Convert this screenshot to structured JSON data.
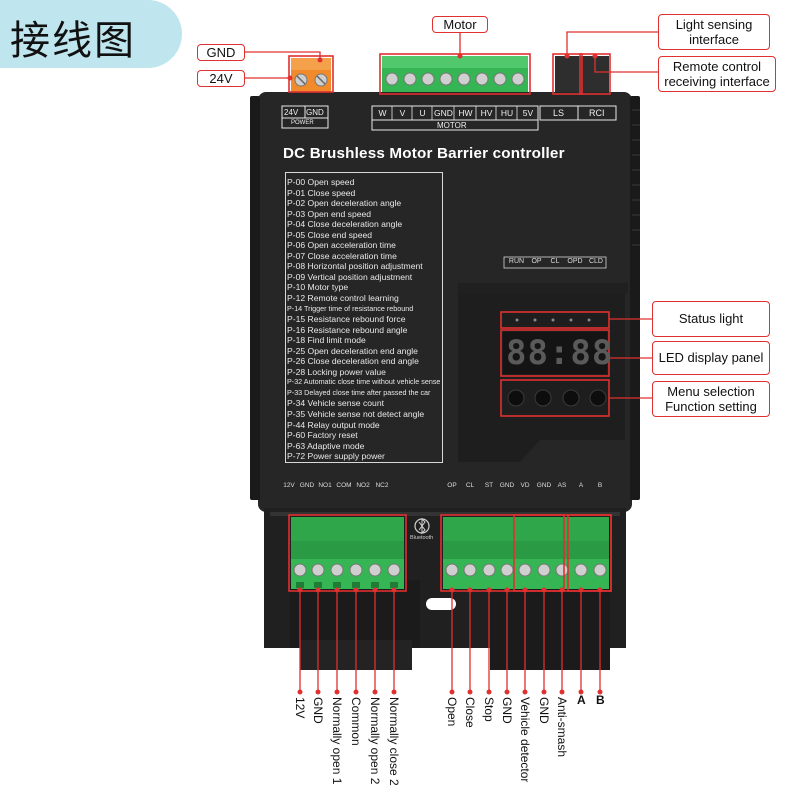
{
  "title_zh": "接线图",
  "board_title": "DC Brushless Motor Barrier controller",
  "colors": {
    "accent": "#e03030",
    "board": "#2a2a2a",
    "terminal": "#35b553",
    "terminal_dark": "#1f8a3a",
    "title_bg": "#bfe6ee"
  },
  "callouts": {
    "gnd": "GND",
    "v24": "24V",
    "motor": "Motor",
    "light_sensing": "Light sensing interface",
    "remote_control": "Remote control receiving interface",
    "status_light": "Status light",
    "led_panel": "LED display panel",
    "menu": "Menu selection Function setting"
  },
  "power_header": {
    "v24": "24V",
    "gnd": "GND",
    "caption": "POWER"
  },
  "motor_header": {
    "pins": [
      "W",
      "V",
      "U",
      "GND",
      "HW",
      "HV",
      "HU",
      "5V"
    ],
    "caption": "MOTOR"
  },
  "ls_header": "LS",
  "rci_header": "RCI",
  "status_labels": [
    "RUN",
    "OP",
    "CL",
    "OPD",
    "CLD"
  ],
  "led_display": "88:88",
  "bluetooth": "Bluetooth",
  "parameters": [
    "P-00 Open speed",
    "P-01 Close speed",
    "P-02 Open deceleration angle",
    "P-03 Open end speed",
    "P-04 Close deceleration angle",
    "P-05 Close end speed",
    "P-06 Open acceleration time",
    "P-07 Close acceleration time",
    "P-08 Horizontal position adjustment",
    "P-09 Vertical position adjustment",
    "P-10 Motor type",
    "P-12 Remote control learning",
    "P-14 Trigger time of resistance rebound",
    "P-15 Resistance rebound force",
    "P-16 Resistance rebound angle",
    "P-18 Find limit mode",
    "P-25 Open deceleration end angle",
    "P-26 Close deceleration end angle",
    "P-28 Locking power value",
    "P-32 Automatic close time without vehicle sense",
    "P-33 Delayed close time after passed the car",
    "P-34 Vehicle sense count",
    "P-35 Vehicle sense not detect angle",
    "P-44 Relay output mode",
    "P-60 Factory reset",
    "P-63 Adaptive mode",
    "P-72 Power supply power"
  ],
  "left_terminal_silk": [
    "12V",
    "GND",
    "NO1",
    "COM",
    "NO2",
    "NC2"
  ],
  "right_terminal_silk": [
    "OP",
    "CL",
    "ST",
    "GND",
    "VD",
    "GND",
    "AS",
    "A",
    "B"
  ],
  "left_terminal_labels": [
    "12V",
    "GND",
    "Normally open 1",
    "Common",
    "Normally open 2",
    "Normally close 2"
  ],
  "right_terminal_labels": [
    "Open",
    "Close",
    "Stop",
    "GND",
    "Vehicle detector",
    "GND",
    "Anti-smash"
  ],
  "ab_labels": [
    "A",
    "B"
  ]
}
